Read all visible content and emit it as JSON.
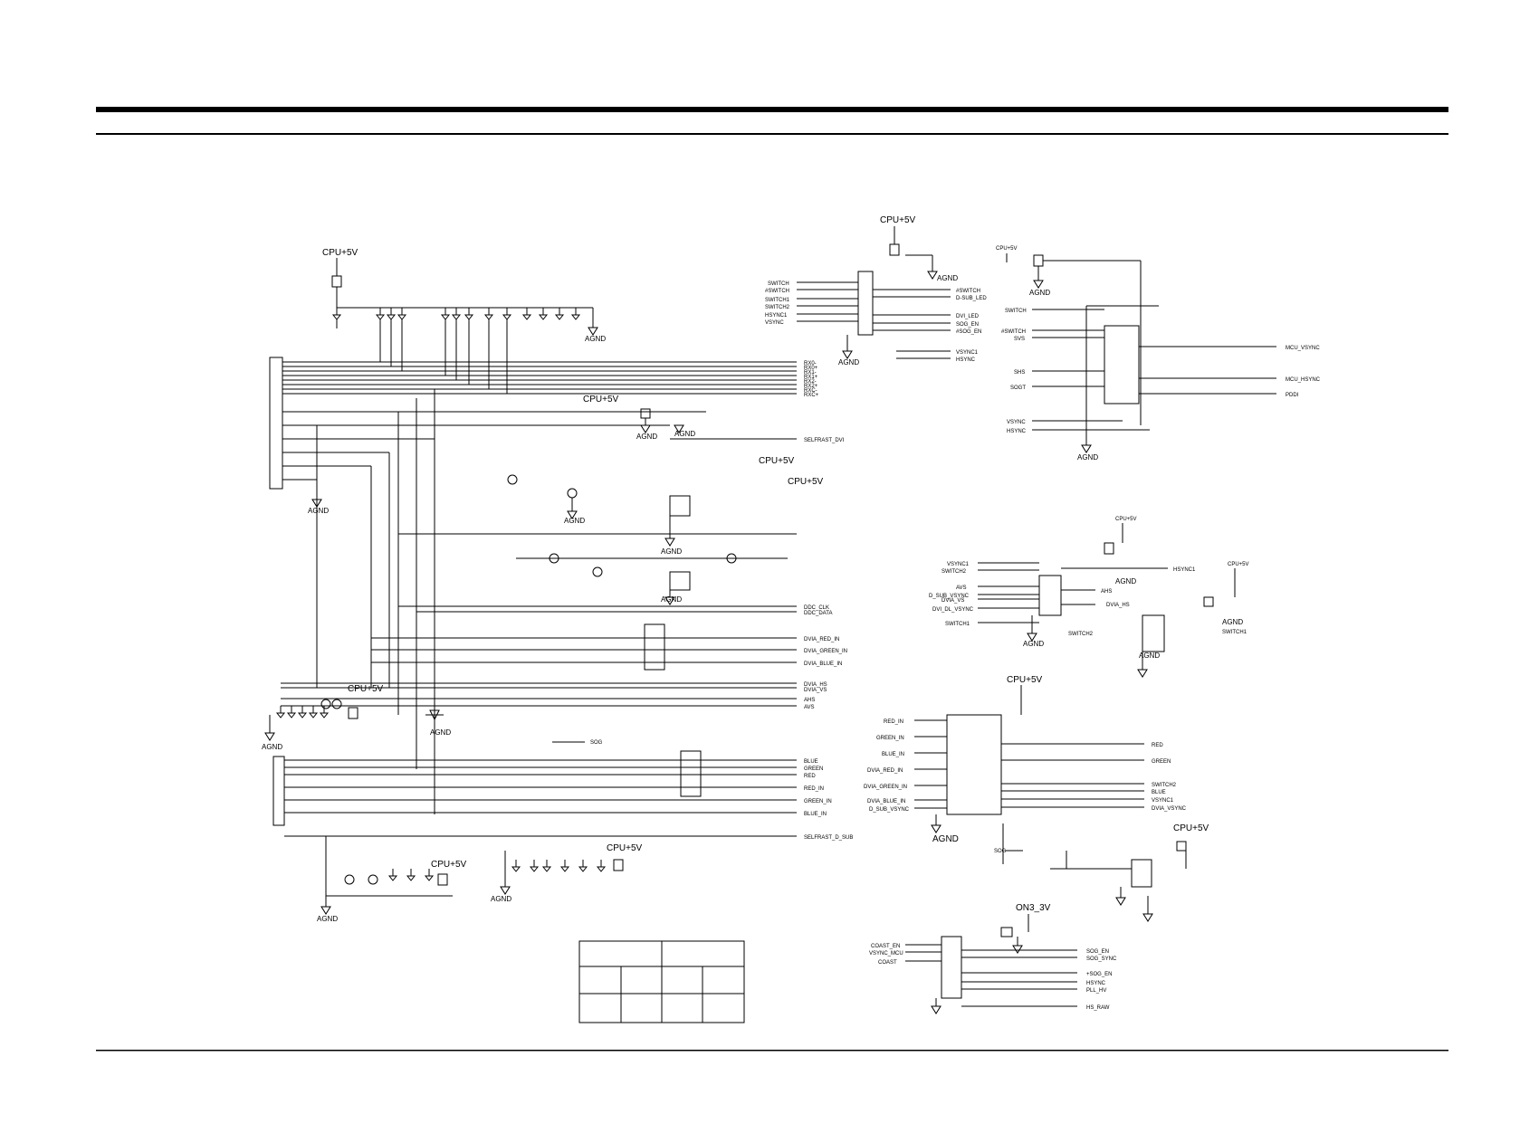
{
  "power": {
    "cpu5v": "CPU+5V",
    "on33v": "ON3_3V",
    "agnd": "AGND"
  },
  "left_outputs": [
    "RX0-",
    "RX0+",
    "RX1-",
    "RX1+",
    "RX2-",
    "RX2+",
    "RXC-",
    "RXC+"
  ],
  "left_signals": {
    "self_raster_dvi": "SELFRAST_DVI",
    "ddc_clk": "DDC_CLK",
    "ddc_data": "DDC_DATA",
    "dvi_red": "DVIA_RED_IN",
    "dvi_green": "DVIA_GREEN_IN",
    "dvi_blue": "DVIA_BLUE_IN",
    "dvi_hs": "DVIA_HS",
    "dvi_vs": "DVIA_VS",
    "ahs": "AHS",
    "avs": "AVS",
    "blue": "BLUE",
    "green": "GREEN",
    "red": "RED",
    "sog": "SOG",
    "red_in": "RED_IN",
    "green_in": "GREEN_IN",
    "blue_in": "BLUE_IN",
    "self_raster_sub": "SELFRAST_D_SUB"
  },
  "top_block": {
    "inputs": [
      "SWITCH",
      "#SWITCH",
      "SWITCH1",
      "SWITCH2",
      "HSYNC1",
      "VSYNC"
    ],
    "outputs": [
      "#SWITCH",
      "D-SUB_LED",
      "DVI_LED",
      "SOG_EN",
      "#SOG_EN",
      "VSYNC1",
      "HSYNC"
    ]
  },
  "right_top": {
    "inputs": [
      "SWITCH",
      "#SWITCH",
      "SVS",
      "SHS",
      "SOGT",
      "VSYNC",
      "HSYNC"
    ],
    "outputs": [
      "MCU_VSYNC",
      "MCU_HSYNC",
      "PDDI"
    ]
  },
  "mid_right": {
    "inputs": [
      "VSYNC1",
      "SWITCH2",
      "AVS",
      "D_SUB_VSYNC",
      "DVIA_VS",
      "DVI_DL_VSYNC",
      "SWITCH1"
    ],
    "outputs": [
      "HSYNC1",
      "AHS",
      "DVIA_HS",
      "SWITCH2",
      "SWITCH1"
    ]
  },
  "bottom_right": {
    "inputs": [
      "RED_IN",
      "GREEN_IN",
      "BLUE_IN",
      "DVIA_RED_IN",
      "DVIA_GREEN_IN",
      "DVIA_BLUE_IN",
      "D_SUB_VSYNC"
    ],
    "outputs": [
      "RED",
      "GREEN",
      "SWITCH2",
      "BLUE",
      "VSYNC1",
      "DVIA_VSYNC"
    ],
    "sog": "SOG"
  },
  "bottom_block": {
    "inputs": [
      "COAST_EN",
      "VSYNC_MCU",
      "COAST"
    ],
    "outputs": [
      "SOG_EN",
      "SOG_SYNC",
      "+SOG_EN",
      "HSYNC",
      "PLL_HV",
      "HS_RAW"
    ]
  }
}
